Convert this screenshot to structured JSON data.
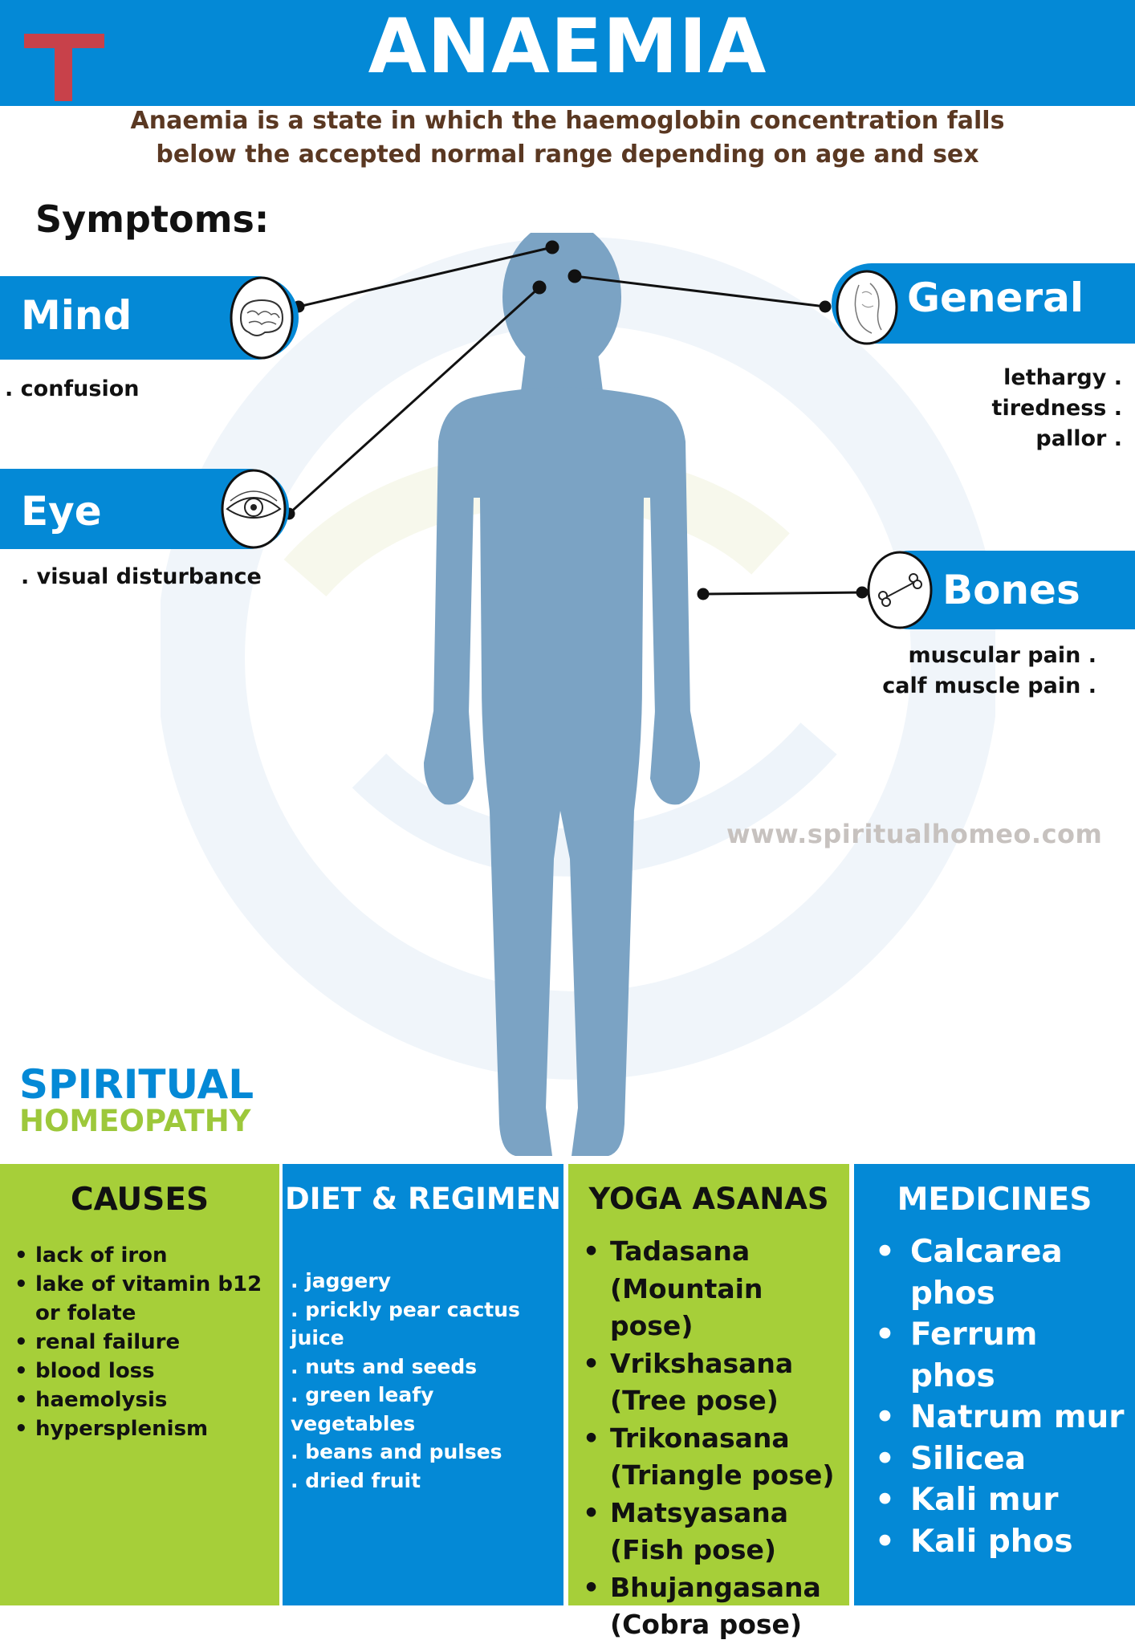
{
  "header": {
    "title": "ANAEMIA",
    "intro": "Anaemia is a state in which the haemoglobin concentration falls below the accepted normal range depending on age and sex"
  },
  "symptoms": {
    "heading": "Symptoms:",
    "mind": {
      "label": "Mind",
      "items": ". confusion"
    },
    "eye": {
      "label": "Eye",
      "items": ". visual disturbance"
    },
    "general": {
      "label": "General",
      "items": [
        "lethargy .",
        "tiredness .",
        "pallor ."
      ]
    },
    "bones": {
      "label": "Bones",
      "items": [
        "muscular pain .",
        "calf muscle pain ."
      ]
    }
  },
  "website": "www.spiritualhomeo.com",
  "brand": {
    "line1": "SPIRITUAL",
    "line2": "HOMEOPATHY"
  },
  "columns": {
    "causes": {
      "title": "CAUSES",
      "items": [
        "lack of iron",
        "lake of vitamin b12 or folate",
        "renal failure",
        "blood loss",
        "haemolysis",
        "hypersplenism"
      ]
    },
    "diet": {
      "title": "DIET & REGIMEN",
      "items": [
        ". jaggery",
        ". prickly pear cactus juice",
        ". nuts and seeds",
        ". green leafy vegetables",
        ". beans and pulses",
        ". dried fruit"
      ]
    },
    "yoga": {
      "title": "YOGA ASANAS",
      "items": [
        "Tadasana (Mountain pose)",
        "Vrikshasana (Tree pose)",
        "Trikonasana (Triangle pose)",
        "Matsyasana (Fish pose)",
        "Bhujangasana (Cobra pose)"
      ]
    },
    "medicines": {
      "title": "MEDICINES",
      "items": [
        "Calcarea phos",
        "Ferrum phos",
        "Natrum mur",
        "Silicea",
        "Kali mur",
        "Kali phos"
      ]
    }
  },
  "colors": {
    "blue": "#0489d6",
    "green": "#a6cf39",
    "figure": "#7ba3c4",
    "intro_text": "#5a3822",
    "logo_red": "#c8414a"
  }
}
